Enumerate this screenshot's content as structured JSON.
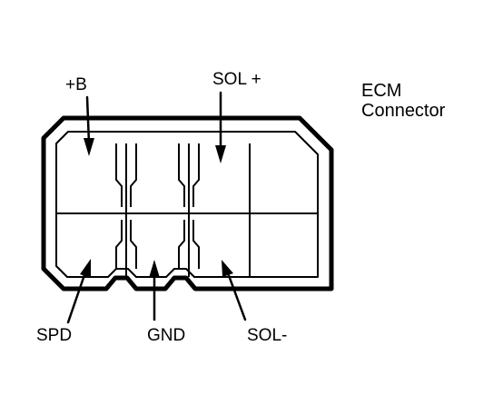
{
  "title": {
    "line1": "ECM",
    "line2": "Connector"
  },
  "pins": {
    "plus_b": "+B",
    "sol_plus": "SOL +",
    "spd": "SPD",
    "gnd": "GND",
    "sol_minus": "SOL-"
  },
  "colors": {
    "ink": "#000000",
    "background": "#ffffff"
  }
}
